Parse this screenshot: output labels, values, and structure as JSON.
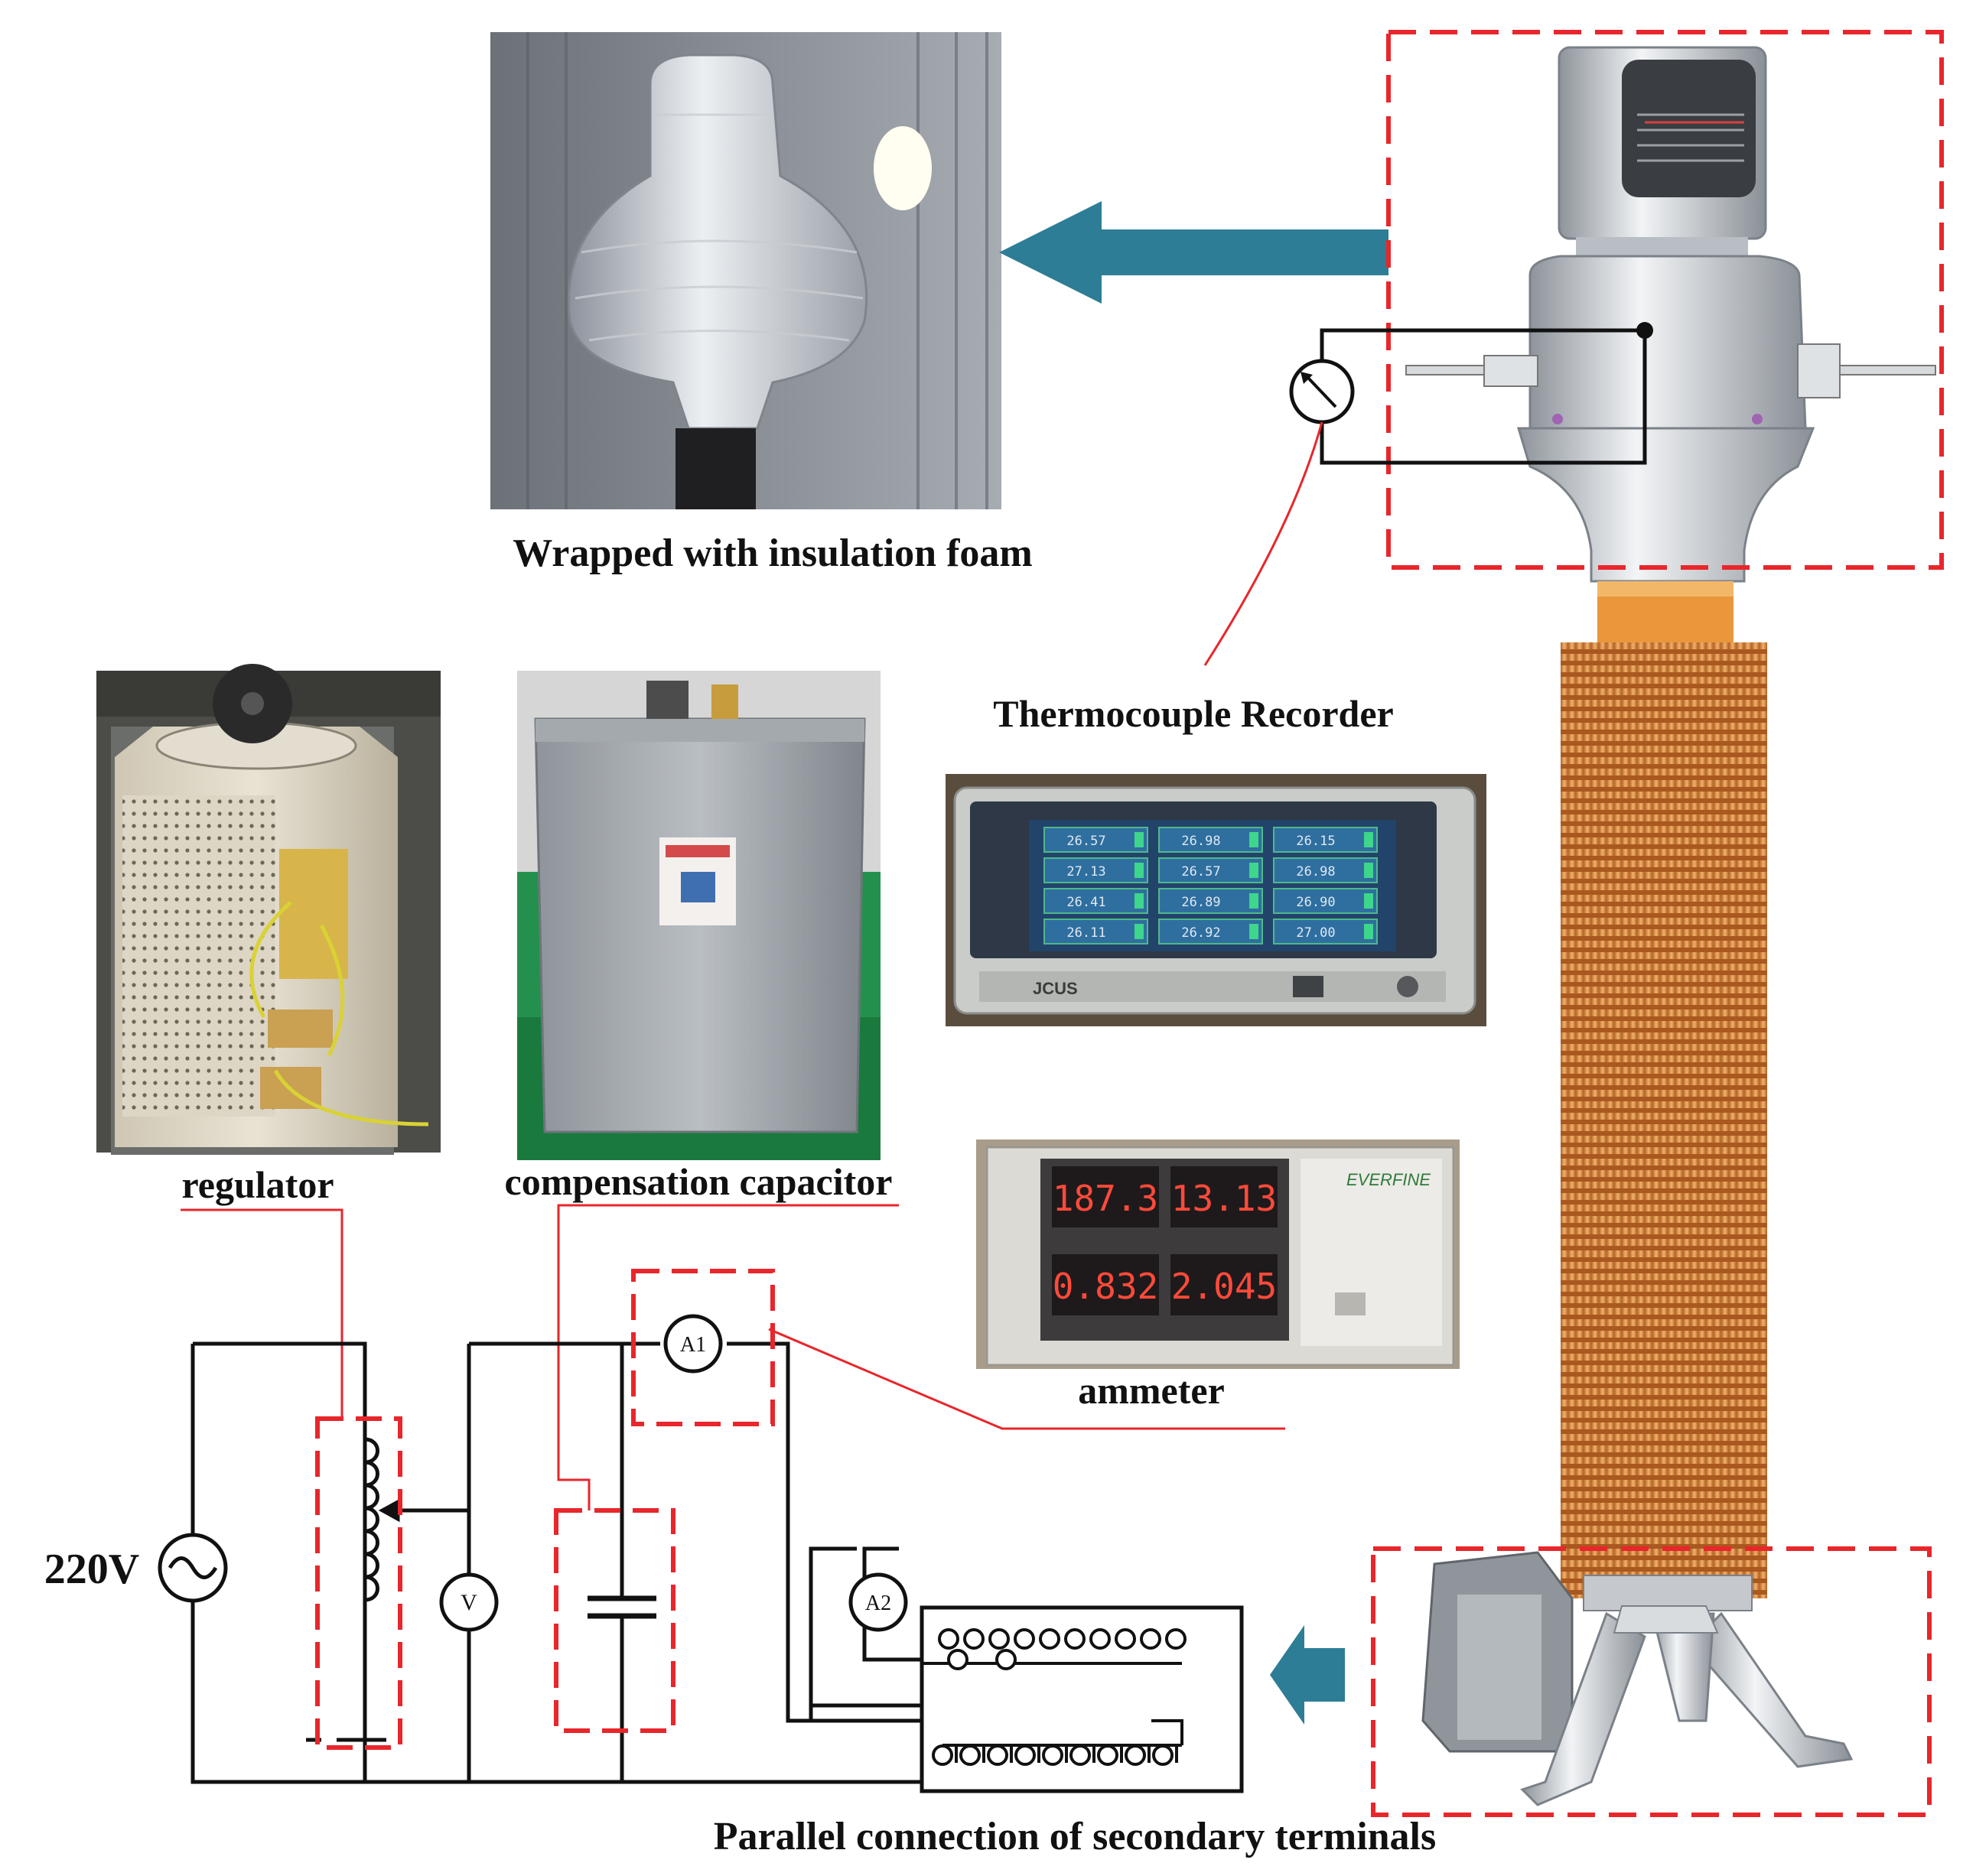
{
  "labels": {
    "insulation_foam": "Wrapped with insulation foam",
    "thermocouple_recorder": "Thermocouple Recorder",
    "regulator": "regulator",
    "compensation_capacitor": "compensation capacitor",
    "ammeter": "ammeter",
    "parallel_connection": "Parallel connection of secondary terminals",
    "source_voltage": "220V"
  },
  "meters": {
    "voltmeter": "V",
    "ammeter_1": "A1",
    "ammeter_2": "A2"
  },
  "ammeter_display": {
    "readings": [
      "187.3",
      "13.13",
      "0.832",
      "2.045"
    ],
    "brand": "EVERFINE"
  },
  "recorder_display": {
    "brand": "JCUS",
    "readings": [
      "26.57",
      "26.98",
      "26.15",
      "27.13",
      "26.57",
      "26.98",
      "26.41",
      "26.89",
      "26.90",
      "26.11",
      "26.92",
      "27.00"
    ]
  },
  "colors": {
    "highlight_box": "#e8262b",
    "leader_line": "#e8262b",
    "arrow": "#2d7d96",
    "wire": "#111111",
    "bushing_sheds": "#d8893a"
  }
}
